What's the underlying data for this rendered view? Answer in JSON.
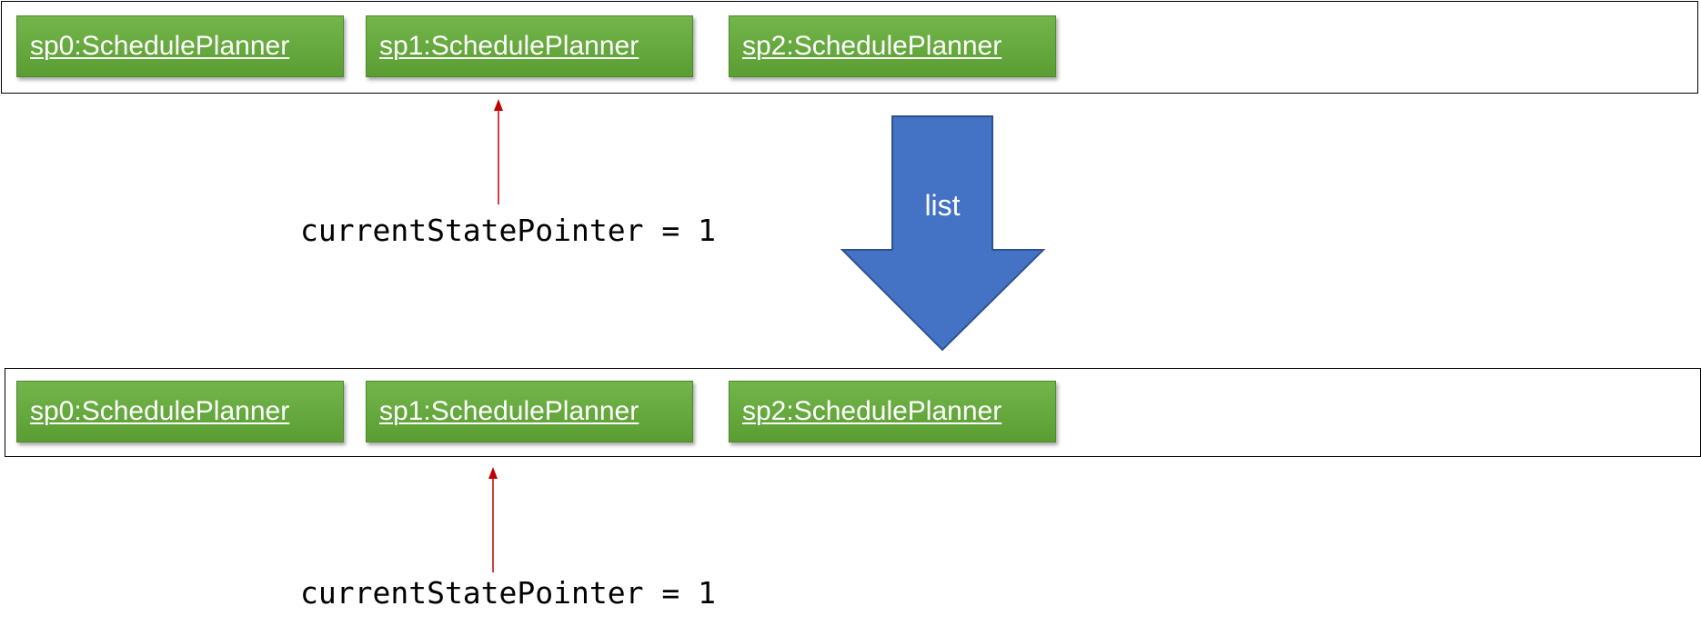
{
  "before": {
    "states": [
      "sp0:SchedulePlanner",
      "sp1:SchedulePlanner",
      "sp2:SchedulePlanner"
    ],
    "pointer_label": "currentStatePointer = 1"
  },
  "transition": {
    "label": "list",
    "arrow_color": "#4472c4"
  },
  "after": {
    "states": [
      "sp0:SchedulePlanner",
      "sp1:SchedulePlanner",
      "sp2:SchedulePlanner"
    ],
    "pointer_label": "currentStatePointer = 1"
  },
  "colors": {
    "state_fill": "#65a83e",
    "pointer_arrow": "#c00000"
  }
}
